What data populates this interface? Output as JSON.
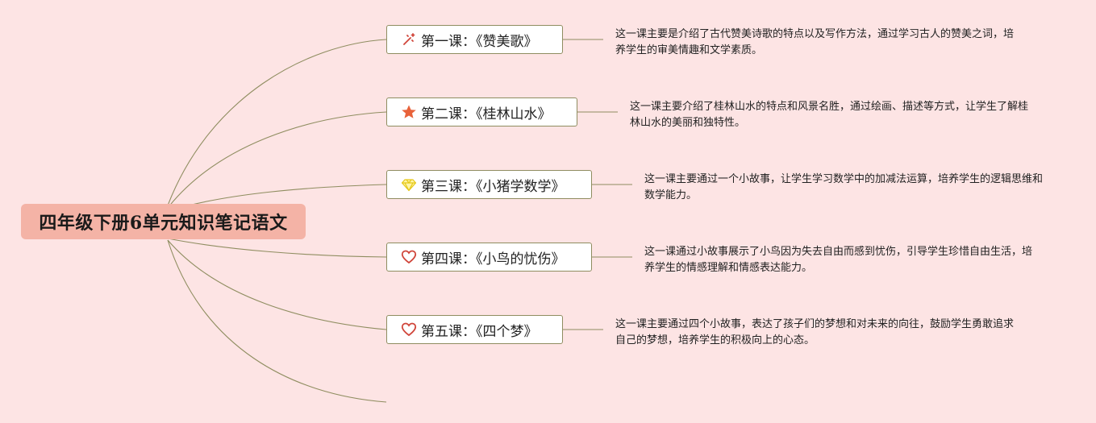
{
  "root": {
    "title": "四年级下册6单元知识笔记语文"
  },
  "lessons": [
    {
      "label": "第一课：《赞美歌》",
      "icon": "sparkle-icon",
      "icon_color": "#d0453a",
      "desc": "这一课主要是介绍了古代赞美诗歌的特点以及写作方法，通过学习古人的赞美之词，培养学生的审美情趣和文学素质。"
    },
    {
      "label": "第二课：《桂林山水》",
      "icon": "star-icon",
      "icon_color": "#e8623a",
      "desc": "这一课主要介绍了桂林山水的特点和风景名胜，通过绘画、描述等方式，让学生了解桂林山水的美丽和独特性。"
    },
    {
      "label": "第三课：《小猪学数学》",
      "icon": "diamond-icon",
      "icon_color": "#e6d21a",
      "desc": "这一课主要通过一个小故事，让学生学习数学中的加减法运算，培养学生的逻辑思维和数学能力。"
    },
    {
      "label": "第四课：《小鸟的忧伤》",
      "icon": "heart-icon",
      "icon_color": "#d0453a",
      "desc": "这一课通过小故事展示了小鸟因为失去自由而感到忧伤，引导学生珍惜自由生活，培养学生的情感理解和情感表达能力。"
    },
    {
      "label": "第五课：《四个梦》",
      "icon": "heart-icon",
      "icon_color": "#d0453a",
      "desc": "这一课主要通过四个小故事，表达了孩子们的梦想和对未来的向往，鼓励学生勇敢追求自己的梦想，培养学生的积极向上的心态。"
    }
  ],
  "colors": {
    "background": "#fde4e4",
    "root_fill": "#f4b3a6",
    "connector": "#8f8d60",
    "node_border": "#8f8d60"
  }
}
